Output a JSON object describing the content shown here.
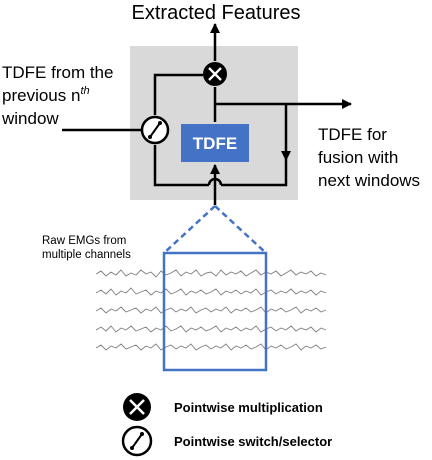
{
  "title": "Extracted Features",
  "left_label_lines": [
    "TDFE from the",
    "previous n",
    "th",
    "window"
  ],
  "right_label_lines": [
    "TDFE for",
    "fusion with",
    "next windows"
  ],
  "tdfe_block_label": "TDFE",
  "raw_label_lines": [
    "Raw EMGs from",
    "multiple channels"
  ],
  "legend": [
    {
      "icon": "pointwise-multiplication-icon",
      "label": "Pointwise multiplication"
    },
    {
      "icon": "pointwise-switch-icon",
      "label": "Pointwise switch/selector"
    }
  ],
  "colors": {
    "module_bg": "#d9d9d9",
    "tdfe_block": "#4472c4",
    "window_outline": "#4472c4",
    "signal": "#7f7f7f",
    "line": "#000000"
  }
}
